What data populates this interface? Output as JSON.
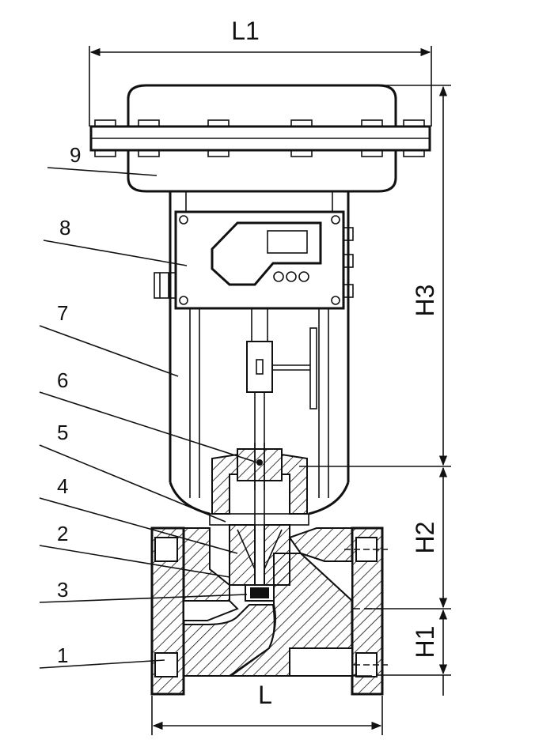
{
  "dimensions": {
    "top_width": "L1",
    "bottom_width": "L",
    "height_actuator": "H3",
    "height_bonnet": "H2",
    "height_flange": "H1"
  },
  "part_labels": [
    "1",
    "2",
    "3",
    "4",
    "5",
    "6",
    "7",
    "8",
    "9"
  ],
  "colors": {
    "ink": "#111111",
    "background": "#ffffff"
  }
}
